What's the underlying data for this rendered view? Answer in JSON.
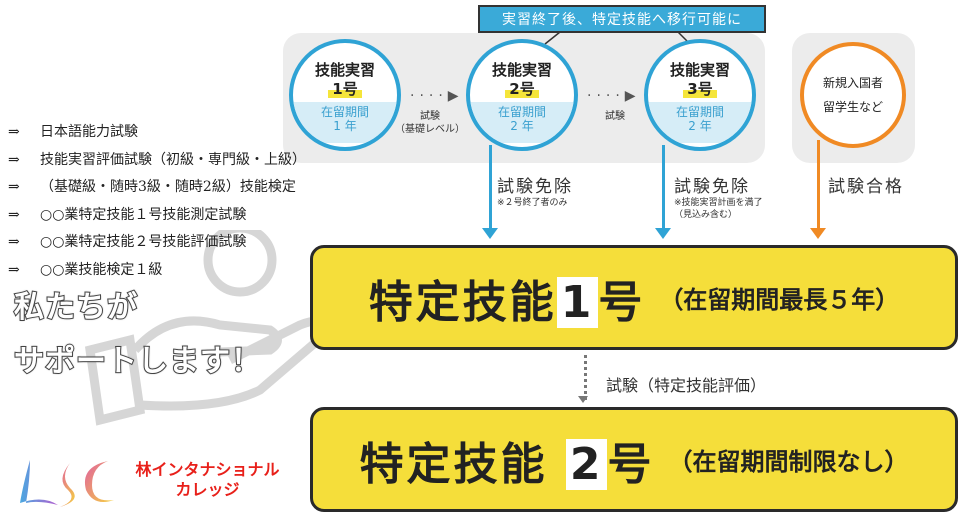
{
  "banner": "実習終了後、特定技能へ移行可能に",
  "trainee": [
    {
      "title": "技能実習",
      "number": "1号",
      "period_label": "在留期間",
      "period": "1 年"
    },
    {
      "title": "技能実習",
      "number": "2号",
      "period_label": "在留期間",
      "period": "2 年"
    },
    {
      "title": "技能実習",
      "number": "3号",
      "period_label": "在留期間",
      "period": "2 年"
    }
  ],
  "transitions": [
    {
      "label": "試験",
      "sub": "（基礎レベル）"
    },
    {
      "label": "試験"
    }
  ],
  "newcomer": {
    "line1": "新規入国者",
    "line2": "留学生など"
  },
  "exemptions": [
    {
      "label": "試験免除",
      "note": "※２号終了者のみ"
    },
    {
      "label": "試験免除",
      "note": "※技能実習計画を満了",
      "note2": "（見込み含む）"
    }
  ],
  "pass": "試験合格",
  "ssw1": {
    "title_a": "特定技能",
    "num": "1",
    "title_b": "号",
    "sub": "（在留期間最長５年）"
  },
  "between": "試験（特定技能評価）",
  "ssw2": {
    "title_a": "特定技能 ",
    "num": "2",
    "title_b": "号",
    "sub": "（在留期間制限なし）"
  },
  "exam_list": {
    "arrow": "⇒",
    "items": [
      "日本語能力試験",
      "技能実習評価試験（初級・専門級・上級）",
      "（基礎級・随時3級・随時2級）技能検定",
      "○○業特定技能１号技能測定試験",
      "○○業特定技能２号技能評価試験",
      "○○業技能検定１級"
    ]
  },
  "support": {
    "line1": "私たちが",
    "line2": "サポートします！"
  },
  "logo": {
    "mark": "LSC",
    "name1": "林インタナショナル",
    "name2": "カレッジ"
  },
  "colors": {
    "blue": "#2fa3d5",
    "orange": "#f08a24",
    "yellow": "#f5de3a",
    "red": "#e8201a"
  }
}
